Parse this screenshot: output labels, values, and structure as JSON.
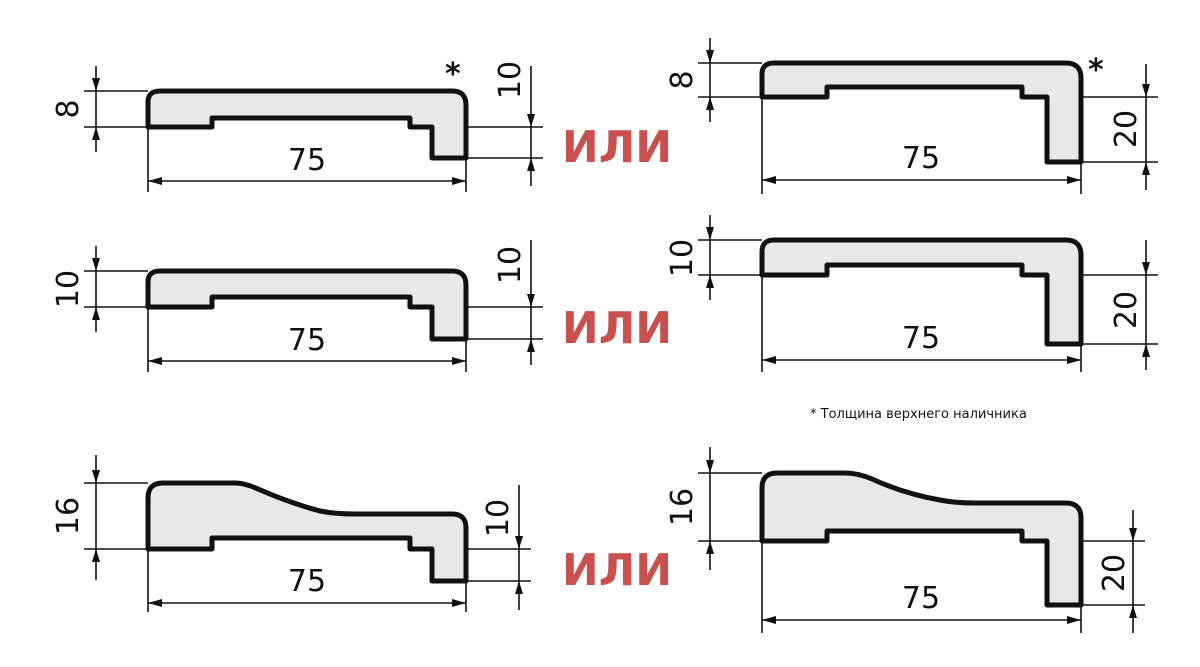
{
  "colors": {
    "profile_fill": "#e8e8e8",
    "profile_stroke": "#111111",
    "ili_color": "#c8504e"
  },
  "ili_label": "ИЛИ",
  "footnote": "* Толщина верхнего наличника",
  "rows": [
    {
      "left": {
        "width": "75",
        "thickness": "8",
        "depth": "10",
        "asterisk": "*"
      },
      "right": {
        "width": "75",
        "thickness": "8",
        "depth": "20",
        "asterisk": "*"
      }
    },
    {
      "left": {
        "width": "75",
        "thickness": "10",
        "depth": "10"
      },
      "right": {
        "width": "75",
        "thickness": "10",
        "depth": "20"
      }
    },
    {
      "left": {
        "width": "75",
        "thickness": "16",
        "depth": "10"
      },
      "right": {
        "width": "75",
        "thickness": "16",
        "depth": "20"
      }
    }
  ]
}
